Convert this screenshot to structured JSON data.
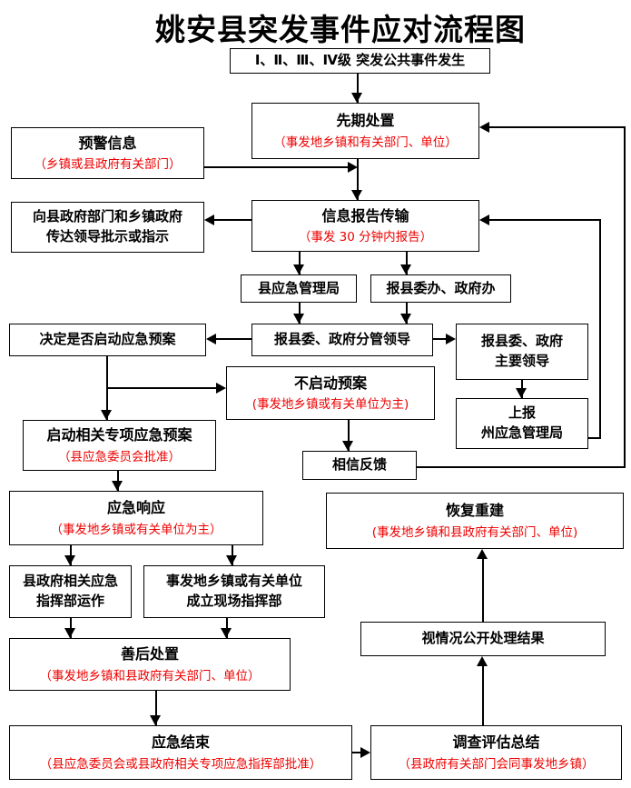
{
  "title": "姚安县突发事件应对流程图",
  "colors": {
    "box_border": "#000000",
    "label_text": "#000000",
    "note_text": "#EE0000",
    "background": "#FFFFFF"
  },
  "nodes": {
    "event": {
      "label": "Ⅰ、Ⅱ、Ⅲ、Ⅳ级 突发公共事件发生"
    },
    "initial_disposal": {
      "label": "先期处置",
      "note": "（事发地乡镇和有关部门、单位）"
    },
    "warning_info": {
      "label": "预警信息",
      "note": "（乡镇或县政府有关部门）"
    },
    "convey_instructions": {
      "line1": "向县政府部门和乡镇政府",
      "line2": "传达领导批示或指示"
    },
    "info_report": {
      "label": "信息报告传输",
      "note": "（事发 30 分钟内报告）"
    },
    "county_bureau": {
      "label": "县应急管理局"
    },
    "county_offices": {
      "label": "报县委办、政府办"
    },
    "decide": {
      "label": "决定是否启动应急预案"
    },
    "deputy_leaders": {
      "label": "报县委、政府分管领导"
    },
    "main_leaders": {
      "line1": "报县委、政府",
      "line2": "主要领导"
    },
    "no_activation": {
      "label": "不启动预案",
      "note": "(事发地乡镇或有关单位为主)"
    },
    "activate_plan": {
      "label": "启动相关专项应急预案",
      "note": "（县应急委员会批准）"
    },
    "report_prefecture": {
      "line1": "上报",
      "line2": "州应急管理局"
    },
    "feedback": {
      "label": "相信反馈"
    },
    "response": {
      "label": "应急响应",
      "note": "（事发地乡镇或有关单位为主）"
    },
    "recovery": {
      "label": "恢复重建",
      "note": "(事发地乡镇和县政府有关部门、单位)"
    },
    "county_hq": {
      "line1": "县政府相关应急",
      "line2": "指挥部运作"
    },
    "onsite_hq": {
      "line1": "事发地乡镇或有关单位",
      "line2": "成立现场指挥部"
    },
    "aftermath": {
      "label": "善后处置",
      "note": "（事发地乡镇和县政府有关部门、单位）"
    },
    "publicize": {
      "label": "视情况公开处理结果"
    },
    "end": {
      "label": "应急结束",
      "note": "（县应急委员会或县政府相关专项应急指挥部批准）"
    },
    "investigation": {
      "label": "调查评估总结",
      "note": "（县政府有关部门会同事发地乡镇）"
    }
  }
}
